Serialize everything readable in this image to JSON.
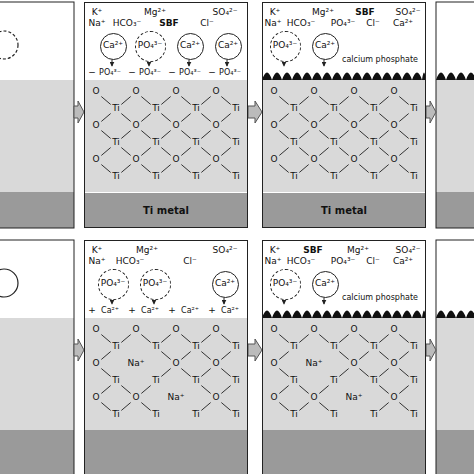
{
  "diagram": {
    "nodes": [
      {
        "text": [
          "K⁺",
          "Mg²⁺",
          "SO₄²⁻",
          "Na⁺",
          "HCO₃⁻",
          "SBF",
          "Cl⁻"
        ]
      },
      {
        "text": [
          "Ca²⁺"
        ],
        "in": 0
      },
      {
        "text": [
          "PO₄³⁻"
        ],
        "in": 0
      },
      {
        "text": [
          "Ca²⁺"
        ],
        "in": 0
      },
      {
        "text": [
          "Ca²⁺"
        ],
        "in": 0
      },
      {
        "text": [
          "Ti metal"
        ],
        "in": 0
      },
      {
        "text": [
          "K⁺",
          "Mg²⁺",
          "SBF",
          "SO₄²⁻",
          "Na⁺",
          "HCO₃⁻",
          "PO₄³⁻",
          "Cl⁻",
          "Ca²⁺"
        ]
      },
      {
        "text": [
          "PO₄³⁻"
        ],
        "in": 6
      },
      {
        "text": [
          "Ca²⁺"
        ],
        "in": 6
      },
      {
        "text": [
          "Ti metal"
        ],
        "in": 6
      },
      {
        "text": [
          "K⁺",
          "Mg²⁺",
          "SO₄²⁻",
          "Na⁺",
          "HCO₃⁻",
          "Cl⁻"
        ]
      },
      {
        "text": [
          "PO₄³⁻"
        ],
        "in": 10
      },
      {
        "text": [
          "PO₄³⁻"
        ],
        "in": 10
      },
      {
        "text": [
          "Ca²⁺"
        ],
        "in": 10
      },
      {
        "text": [
          "K⁺",
          "SBF",
          "Mg²⁺",
          "SO₄²⁻",
          "Na⁺",
          "HCO₃⁻",
          "PO₄³⁻",
          "Cl⁻",
          "Ca²⁺"
        ]
      },
      {
        "text": [
          "PO₄³⁻"
        ],
        "in": 14
      },
      {
        "text": [
          "Ca²⁺"
        ],
        "in": 14
      }
    ],
    "edges": [
      {
        "from": 0,
        "to": 6,
        "arrow": "to"
      },
      {
        "from": 10,
        "to": 14,
        "arrow": "to"
      }
    ],
    "labels": [
      "−",
      "PO₄³⁻",
      "−",
      "PO₄³⁻",
      "−",
      "PO₄³⁻",
      "−",
      "PO₄³⁻",
      "O",
      "O",
      "O",
      "O",
      "Ti",
      "Ti",
      "Ti",
      "Ti",
      "O",
      "O",
      "O",
      "O",
      "Ti",
      "Ti",
      "Ti",
      "Ti",
      "O",
      "O",
      "O",
      "O",
      "Ti",
      "Ti",
      "Ti",
      "Ti",
      "calcium phosphate",
      "O",
      "O",
      "O",
      "O",
      "Ti",
      "Ti",
      "Ti",
      "Ti",
      "O",
      "O",
      "O",
      "O",
      "Ti",
      "Ti",
      "Ti",
      "Ti",
      "O",
      "O",
      "O",
      "O",
      "Ti",
      "Ti",
      "Ti",
      "Ti",
      "+",
      "Ca²⁺",
      "+",
      "Ca²⁺",
      "+",
      "Ca²⁺",
      "+",
      "Ca²⁺",
      "O",
      "O",
      "O",
      "O",
      "Ti",
      "Ti",
      "Ti",
      "Ti",
      "O",
      "Na⁺",
      "O",
      "O",
      "Ti",
      "Ti",
      "Ti",
      "Ti",
      "O",
      "O",
      "Na⁺",
      "O",
      "Ti",
      "Ti",
      "Ti",
      "Ti",
      "calcium phosphate",
      "O",
      "O",
      "O",
      "O",
      "Ti",
      "Ti",
      "Ti",
      "Ti",
      "O",
      "Na⁺",
      "O",
      "O",
      "Ti",
      "Ti",
      "Ti",
      "Ti",
      "O",
      "O",
      "Na⁺",
      "O",
      "Ti",
      "Ti",
      "Ti",
      "Ti"
    ]
  }
}
